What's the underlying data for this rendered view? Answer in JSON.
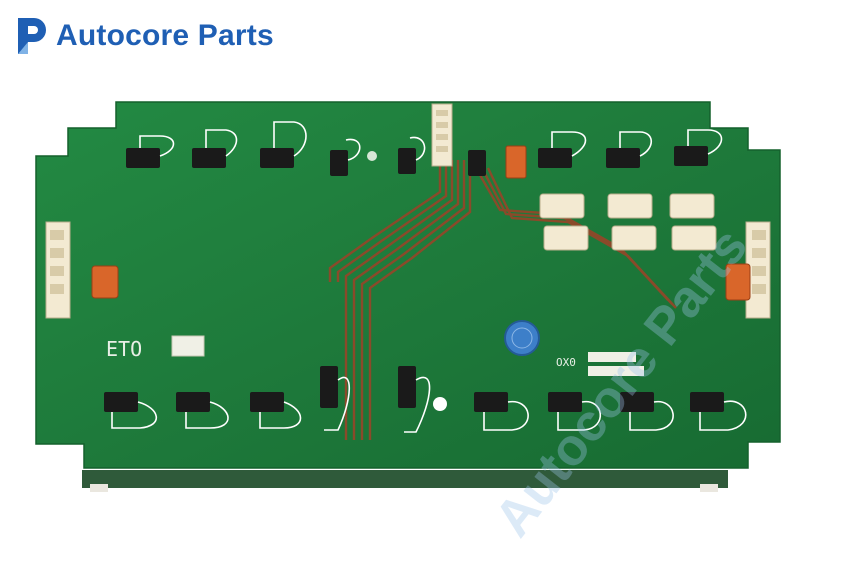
{
  "brand": {
    "name": "Autocore Parts",
    "color": "#1f5fb4"
  },
  "board": {
    "silkscreen_logo": "ETO",
    "labels": [
      "OX0"
    ],
    "colors": {
      "pcb": "#1f7a3a",
      "trace": "#8a4a2a",
      "connector": "#f3ead2",
      "jumper": "#d9662a",
      "capacitor": "#3d7fc9"
    }
  },
  "watermark": {
    "text": "Autocore Parts"
  }
}
